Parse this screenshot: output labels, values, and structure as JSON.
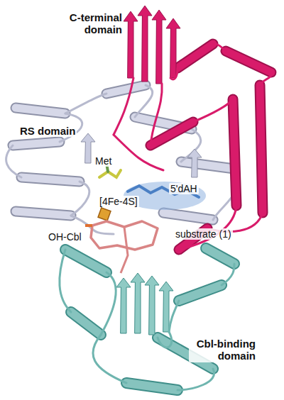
{
  "diagram": {
    "labels": [
      "C-terminal domain",
      "RS domain",
      "Met",
      "5'dAH",
      "[4Fe-4S]",
      "OH-Cbl",
      "substrate (1)",
      "Cbl-binding domain"
    ]
  }
}
